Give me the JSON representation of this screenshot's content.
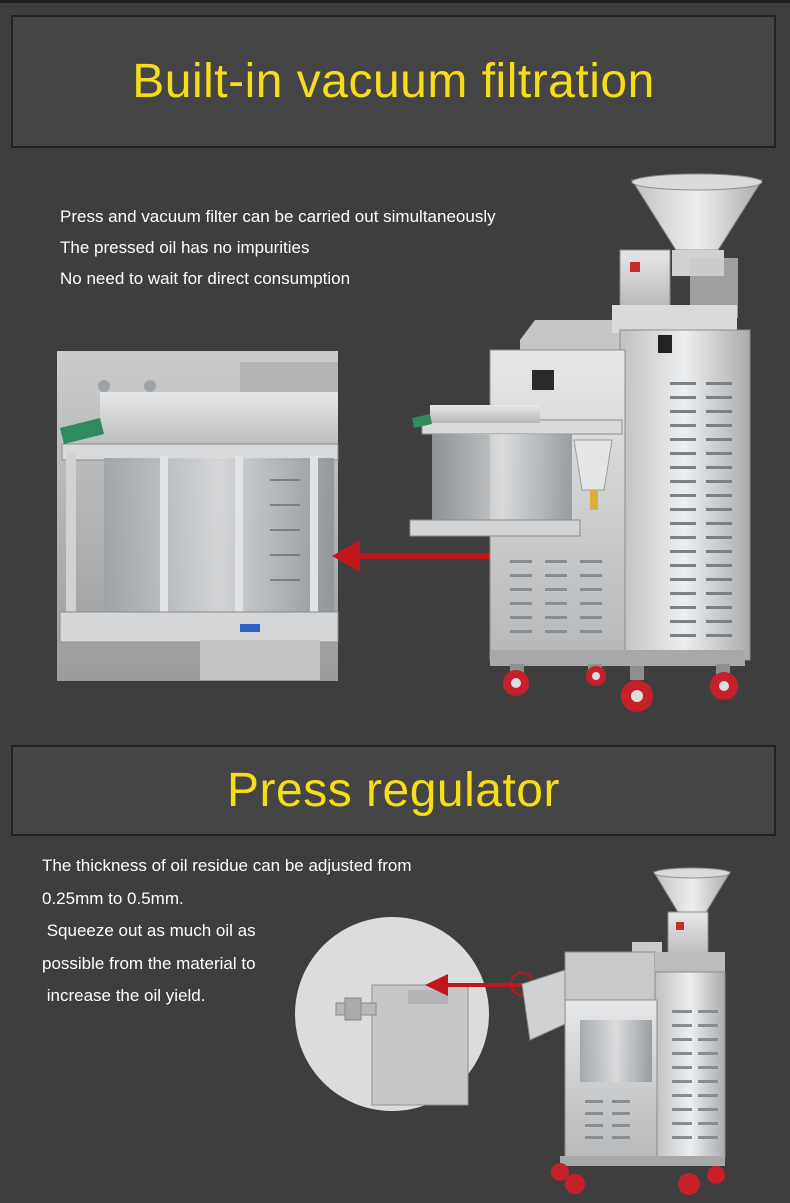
{
  "sections": [
    {
      "title": "Built-in vacuum filtration",
      "lines": [
        "Press and vacuum filter can be carried out simultaneously",
        "The pressed oil has no impurities",
        "No need to wait for direct consumption"
      ]
    },
    {
      "title": "Press regulator",
      "lines": [
        "The thickness of oil residue can be adjusted from",
        "0.25mm to 0.5mm.",
        " Squeeze out as much oil as",
        "possible from the material to",
        " increase the oil yield."
      ]
    }
  ],
  "colors": {
    "background": "#3e3e3e",
    "title": "#f6dd1a",
    "text": "#ffffff",
    "arrow": "#c0161c",
    "wheel": "#c6202a"
  }
}
